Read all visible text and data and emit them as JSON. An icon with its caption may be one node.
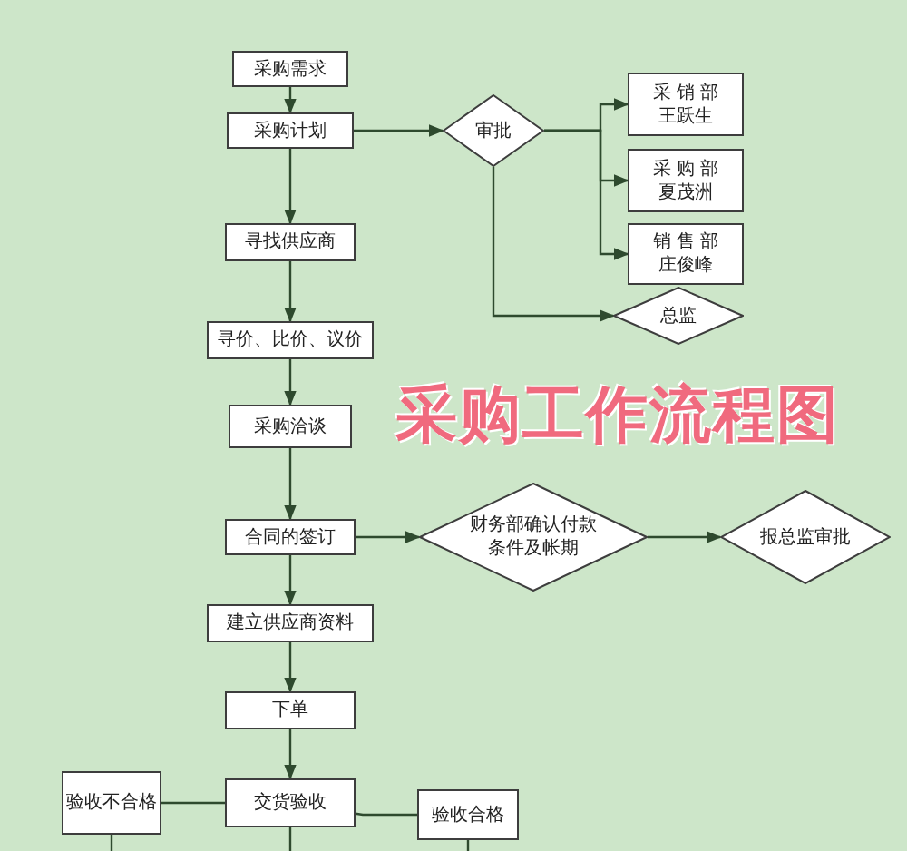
{
  "diagram": {
    "title": "采购工作流程图",
    "nodes": [
      {
        "text": [
          "采购需求"
        ]
      },
      {
        "text": [
          "采购计划"
        ]
      },
      {
        "text": [
          "审批"
        ]
      },
      {
        "text": [
          "采 销 部",
          "王跃生"
        ]
      },
      {
        "text": [
          "采 购 部",
          "夏茂洲"
        ]
      },
      {
        "text": [
          "销 售 部",
          "庄俊峰"
        ]
      },
      {
        "text": [
          "总监"
        ]
      },
      {
        "text": [
          "寻找供应商"
        ]
      },
      {
        "text": [
          "寻价、比价、议价"
        ]
      },
      {
        "text": [
          "采购洽谈"
        ]
      },
      {
        "text": [
          "合同的签订"
        ]
      },
      {
        "text": [
          "财务部确认付款条件及帐期"
        ]
      },
      {
        "text": [
          "报总监审批"
        ]
      },
      {
        "text": [
          "建立供应商资料"
        ]
      },
      {
        "text": [
          "下单"
        ]
      },
      {
        "text": [
          "交货验收"
        ]
      },
      {
        "text": [
          "验收不合格"
        ]
      },
      {
        "text": [
          "验收合格"
        ]
      }
    ],
    "edges": [
      {
        "from": 0,
        "to": 1,
        "arrow": "to"
      },
      {
        "from": 1,
        "to": 2,
        "arrow": "to"
      },
      {
        "from": 2,
        "to": 3,
        "arrow": "to"
      },
      {
        "from": 2,
        "to": 4,
        "arrow": "to"
      },
      {
        "from": 2,
        "to": 5,
        "arrow": "to"
      },
      {
        "from": 2,
        "to": 6,
        "arrow": "to"
      },
      {
        "from": 1,
        "to": 7,
        "arrow": "to"
      },
      {
        "from": 7,
        "to": 8,
        "arrow": "to"
      },
      {
        "from": 8,
        "to": 9,
        "arrow": "to"
      },
      {
        "from": 9,
        "to": 10,
        "arrow": "to"
      },
      {
        "from": 10,
        "to": 11,
        "arrow": "to"
      },
      {
        "from": 11,
        "to": 12,
        "arrow": "to"
      },
      {
        "from": 10,
        "to": 13,
        "arrow": "to"
      },
      {
        "from": 13,
        "to": 14,
        "arrow": "to"
      },
      {
        "from": 14,
        "to": 15,
        "arrow": "to"
      },
      {
        "from": 15,
        "to": 16,
        "arrow": "none"
      },
      {
        "from": 15,
        "to": 17,
        "arrow": "none"
      },
      {
        "from": 16,
        "to": null,
        "arrow": "none"
      },
      {
        "from": 15,
        "to": null,
        "arrow": "none"
      },
      {
        "from": 17,
        "to": null,
        "arrow": "none"
      }
    ]
  }
}
